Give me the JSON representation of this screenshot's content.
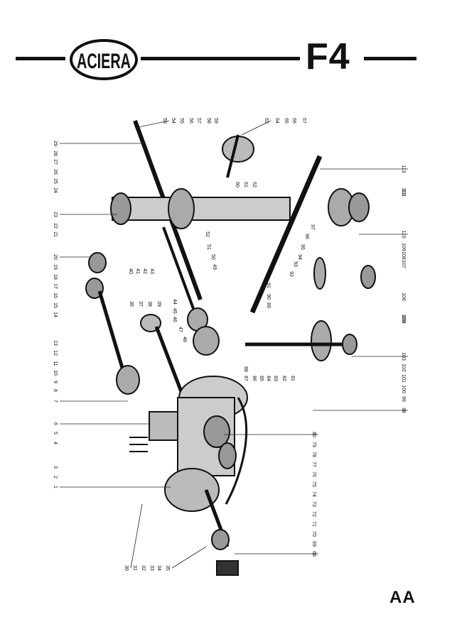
{
  "header": {
    "brand": "ACIERA",
    "model": "F4"
  },
  "footer": {
    "code": "AA"
  },
  "callouts": [
    "1",
    "2",
    "3",
    "4",
    "5",
    "6",
    "7",
    "8",
    "9",
    "10",
    "11",
    "12",
    "13",
    "14",
    "15",
    "16",
    "17",
    "18",
    "19",
    "20",
    "21",
    "22",
    "23",
    "24",
    "25",
    "26",
    "27",
    "28",
    "29",
    "30",
    "31",
    "32",
    "33",
    "34",
    "35",
    "36",
    "37",
    "38",
    "39",
    "40",
    "41",
    "42",
    "43",
    "44",
    "45",
    "46",
    "47",
    "48",
    "49",
    "50",
    "51",
    "52",
    "53",
    "54",
    "55",
    "56",
    "57",
    "58",
    "59",
    "60",
    "61",
    "62",
    "63",
    "64",
    "65",
    "66",
    "67",
    "68",
    "69",
    "70",
    "71",
    "72",
    "73",
    "74",
    "75",
    "76",
    "77",
    "78",
    "79",
    "80",
    "81",
    "82",
    "83",
    "84",
    "85",
    "86",
    "87",
    "88",
    "89",
    "90",
    "91",
    "92",
    "93",
    "94",
    "95",
    "96",
    "97",
    "98",
    "99",
    "100",
    "101",
    "102",
    "103",
    "104",
    "105",
    "106",
    "107",
    "108",
    "109",
    "110",
    "111",
    "112",
    "113"
  ]
}
